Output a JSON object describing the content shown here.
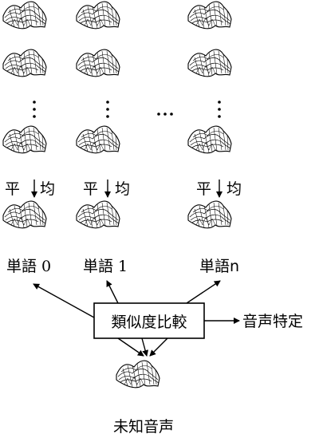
{
  "columns": [
    {
      "average_left": "平",
      "average_right": "均",
      "word_label": "単語 0"
    },
    {
      "average_left": "平",
      "average_right": "均",
      "word_label": "単語 1"
    },
    {
      "average_left": "平",
      "average_right": "均",
      "word_label": "単語n"
    }
  ],
  "comparison_box": {
    "label": "類似度比較"
  },
  "output": {
    "label": "音声特定"
  },
  "unknown_input": {
    "label": "未知音声"
  }
}
